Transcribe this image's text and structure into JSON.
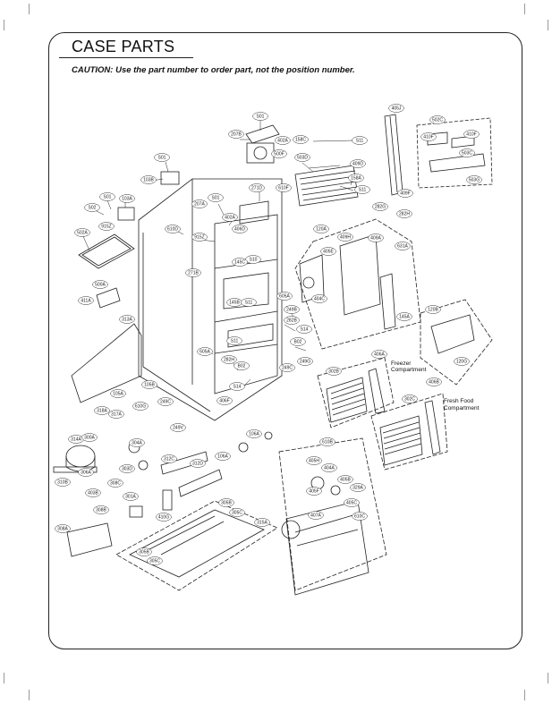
{
  "header": {
    "title": "CASE PARTS",
    "caution": "CAUTION: Use the part number to order part, not the position number."
  },
  "sections": {
    "freezer": "Freezer",
    "compartment": "Compartment",
    "fresh_food": "Fresh Food"
  },
  "callouts": [
    {
      "label": "S01"
    },
    {
      "label": "207B"
    },
    {
      "label": "402A"
    },
    {
      "label": "500F"
    },
    {
      "label": "158C"
    },
    {
      "label": "S11"
    },
    {
      "label": "503D"
    },
    {
      "label": "409D"
    },
    {
      "label": "158A"
    },
    {
      "label": "S11"
    },
    {
      "label": "405J"
    },
    {
      "label": "502C"
    },
    {
      "label": "410F"
    },
    {
      "label": "410F"
    },
    {
      "label": "503C"
    },
    {
      "label": "503G"
    },
    {
      "label": "409F"
    },
    {
      "label": "S01"
    },
    {
      "label": "103B"
    },
    {
      "label": "S01"
    },
    {
      "label": "103A"
    },
    {
      "label": "S02"
    },
    {
      "label": "915Z"
    },
    {
      "label": "502A"
    },
    {
      "label": "271D"
    },
    {
      "label": "610F"
    },
    {
      "label": "S01"
    },
    {
      "label": "207A"
    },
    {
      "label": "402A"
    },
    {
      "label": "406D"
    },
    {
      "label": "610D"
    },
    {
      "label": "915Z"
    },
    {
      "label": "S10"
    },
    {
      "label": "145C"
    },
    {
      "label": "271B"
    },
    {
      "label": "282G"
    },
    {
      "label": "282H"
    },
    {
      "label": "120A"
    },
    {
      "label": "409H"
    },
    {
      "label": "405E"
    },
    {
      "label": "409A"
    },
    {
      "label": "631A"
    },
    {
      "label": "500A"
    },
    {
      "label": "411A"
    },
    {
      "label": "313A"
    },
    {
      "label": "145B"
    },
    {
      "label": "S11"
    },
    {
      "label": "605A"
    },
    {
      "label": "249B"
    },
    {
      "label": "282B"
    },
    {
      "label": "404C"
    },
    {
      "label": "145A"
    },
    {
      "label": "120B"
    },
    {
      "label": "S14"
    },
    {
      "label": "S11"
    },
    {
      "label": "B02"
    },
    {
      "label": "605A"
    },
    {
      "label": "282H"
    },
    {
      "label": "B02"
    },
    {
      "label": "249C"
    },
    {
      "label": "249G"
    },
    {
      "label": "302B"
    },
    {
      "label": "406A"
    },
    {
      "label": "120G"
    },
    {
      "label": "105A"
    },
    {
      "label": "105B"
    },
    {
      "label": "249C"
    },
    {
      "label": "S14"
    },
    {
      "label": "406F"
    },
    {
      "label": "302C"
    },
    {
      "label": "406B"
    },
    {
      "label": "318A"
    },
    {
      "label": "317A"
    },
    {
      "label": "610G"
    },
    {
      "label": "249V"
    },
    {
      "label": "106A"
    },
    {
      "label": "314A"
    },
    {
      "label": "300A"
    },
    {
      "label": "304A"
    },
    {
      "label": "610B"
    },
    {
      "label": "306A"
    },
    {
      "label": "303D"
    },
    {
      "label": "312C"
    },
    {
      "label": "312D"
    },
    {
      "label": "106A"
    },
    {
      "label": "405H"
    },
    {
      "label": "404A"
    },
    {
      "label": "310B"
    },
    {
      "label": "308C"
    },
    {
      "label": "405B"
    },
    {
      "label": "329A"
    },
    {
      "label": "405F"
    },
    {
      "label": "405C"
    },
    {
      "label": "403B"
    },
    {
      "label": "301A"
    },
    {
      "label": "308B"
    },
    {
      "label": "410G"
    },
    {
      "label": "305B"
    },
    {
      "label": "610C"
    },
    {
      "label": "407A"
    },
    {
      "label": "305C"
    },
    {
      "label": "315A"
    },
    {
      "label": "308A"
    },
    {
      "label": "305B"
    },
    {
      "label": "305C"
    }
  ]
}
